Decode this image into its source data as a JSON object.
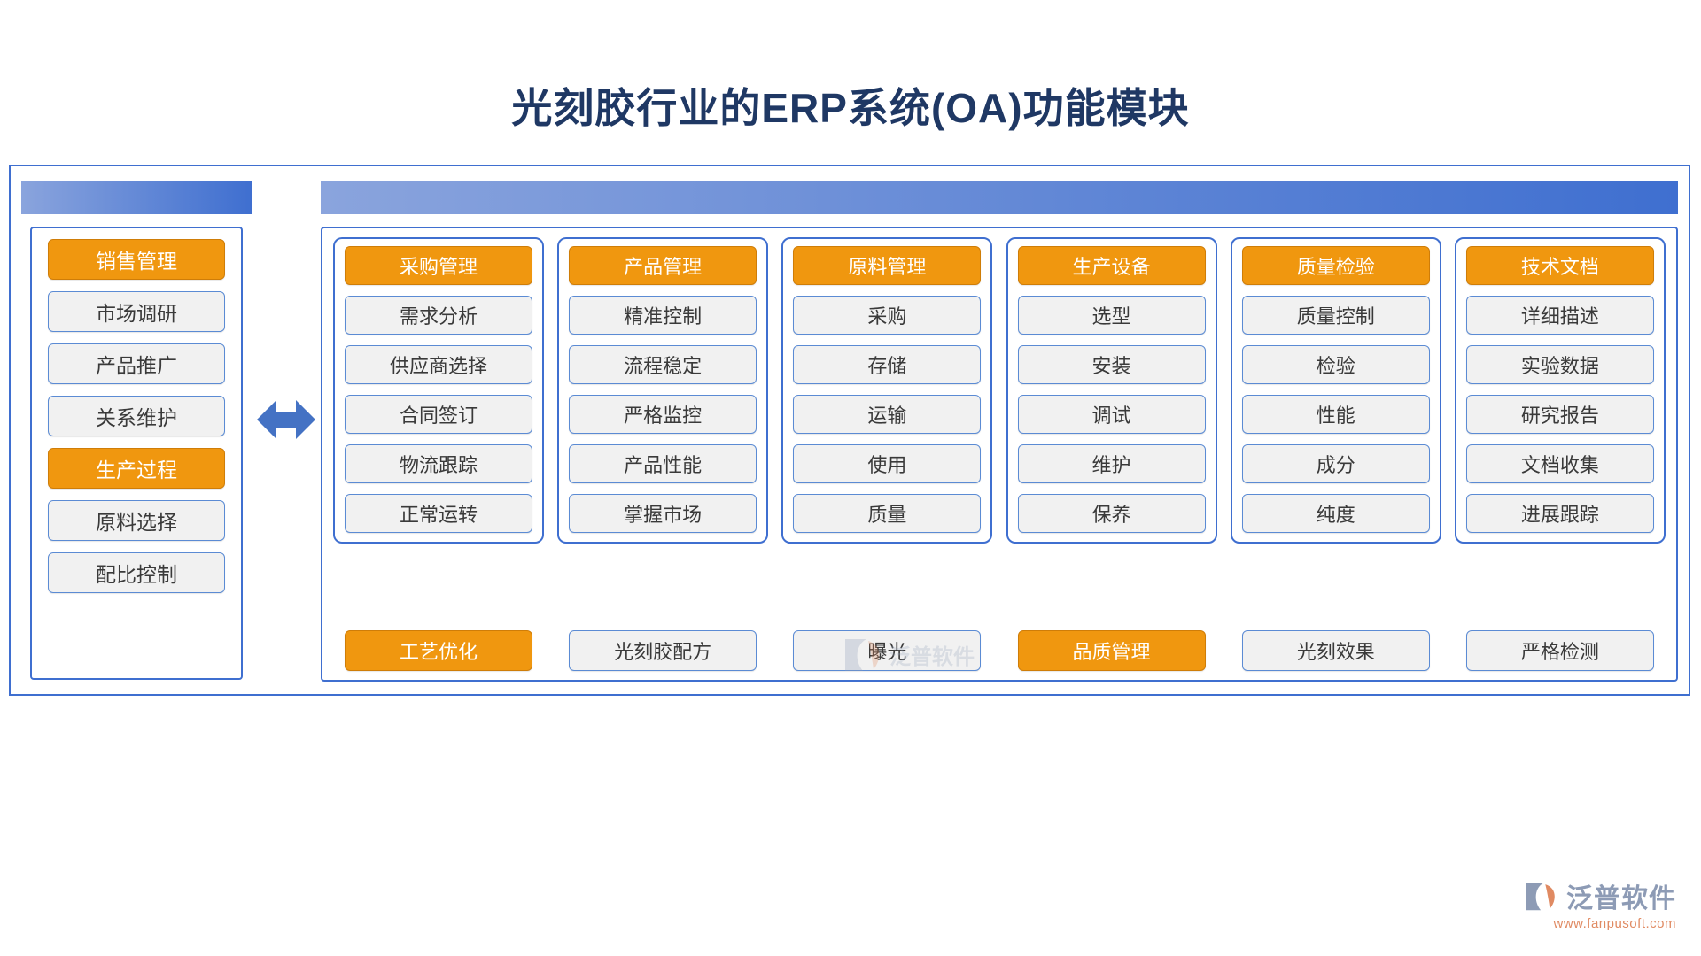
{
  "title": "光刻胶行业的ERP系统(OA)功能模块",
  "colors": {
    "title_blue": "#1f3864",
    "accent_orange": "#f0970f",
    "frame_blue": "#3f6fd0",
    "pill_gray": "#f1f1f1",
    "cap_gradient_from": "#8aa4dd",
    "cap_gradient_to": "#3f6fd0"
  },
  "left_panel": {
    "items": [
      {
        "label": "销售管理",
        "highlight": true
      },
      {
        "label": "市场调研",
        "highlight": false
      },
      {
        "label": "产品推广",
        "highlight": false
      },
      {
        "label": "关系维护",
        "highlight": false
      },
      {
        "label": "生产过程",
        "highlight": true
      },
      {
        "label": "原料选择",
        "highlight": false
      },
      {
        "label": "配比控制",
        "highlight": false
      }
    ]
  },
  "columns": [
    {
      "header": "采购管理",
      "items": [
        "需求分析",
        "供应商选择",
        "合同签订",
        "物流跟踪",
        "正常运转"
      ],
      "footer": {
        "label": "工艺优化",
        "highlight": true
      }
    },
    {
      "header": "产品管理",
      "items": [
        "精准控制",
        "流程稳定",
        "严格监控",
        "产品性能",
        "掌握市场"
      ],
      "footer": {
        "label": "光刻胶配方",
        "highlight": false
      }
    },
    {
      "header": "原料管理",
      "items": [
        "采购",
        "存储",
        "运输",
        "使用",
        "质量"
      ],
      "footer": {
        "label": "曝光",
        "highlight": false
      }
    },
    {
      "header": "生产设备",
      "items": [
        "选型",
        "安装",
        "调试",
        "维护",
        "保养"
      ],
      "footer": {
        "label": "品质管理",
        "highlight": true
      }
    },
    {
      "header": "质量检验",
      "items": [
        "质量控制",
        "检验",
        "性能",
        "成分",
        "纯度"
      ],
      "footer": {
        "label": "光刻效果",
        "highlight": false
      }
    },
    {
      "header": "技术文档",
      "items": [
        "详细描述",
        "实验数据",
        "研究报告",
        "文档收集",
        "进展跟踪"
      ],
      "footer": {
        "label": "严格检测",
        "highlight": false
      }
    }
  ],
  "watermark": {
    "text": "泛普软件"
  },
  "brand": {
    "name": "泛普软件",
    "url": "www.fanpusoft.com"
  }
}
